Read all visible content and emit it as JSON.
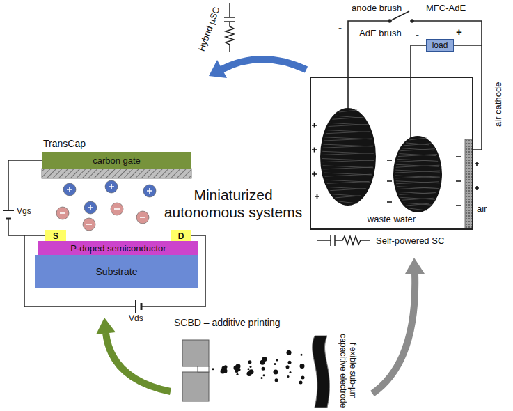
{
  "diagram": {
    "nodes": [
      {
        "text": [
          "carbon gate"
        ]
      },
      {
        "text": [
          "S"
        ]
      },
      {
        "text": [
          "D"
        ]
      },
      {
        "text": [
          "P-doped semiconductor"
        ]
      },
      {
        "text": [
          "Substrate"
        ]
      },
      {
        "text": [
          "load"
        ]
      },
      {
        "text": [
          "waste water"
        ]
      }
    ],
    "labels": [
      "TransCap",
      "Vgs",
      "Vds",
      "Hybrid µSC",
      "anode brush",
      "-",
      "MFC-AdE",
      "AdE brush",
      "-",
      "+",
      "air cathode",
      "air",
      "Self-powered SC",
      "Miniaturized autonomous systems",
      "SCBD – additive printing",
      "flexible sub-µm capacitive electrode"
    ]
  }
}
